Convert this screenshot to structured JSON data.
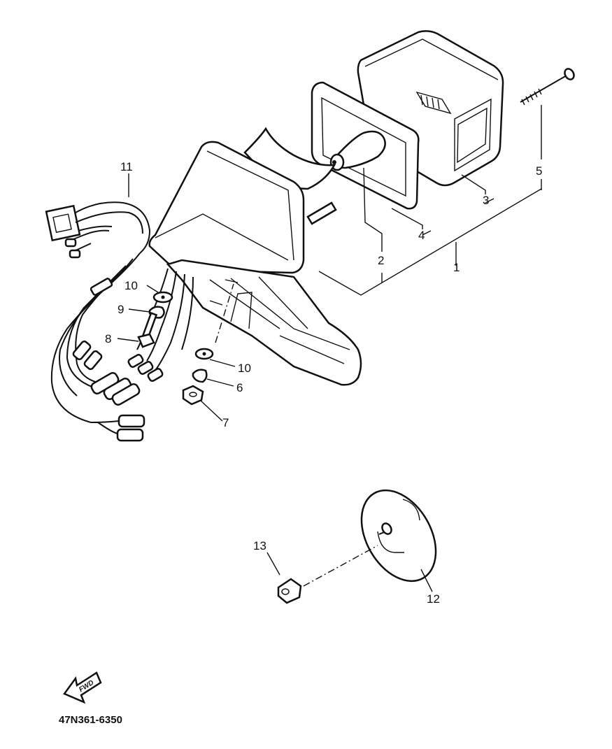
{
  "callouts": {
    "c1": "1",
    "c2": "2",
    "c3": "3",
    "c4": "4",
    "c5": "5",
    "c6": "6",
    "c7": "7",
    "c8": "8",
    "c9": "9",
    "c10a": "10",
    "c10b": "10",
    "c11": "11",
    "c12": "12",
    "c13": "13"
  },
  "find_badge": "FWD",
  "part_code": "47N361-6350"
}
